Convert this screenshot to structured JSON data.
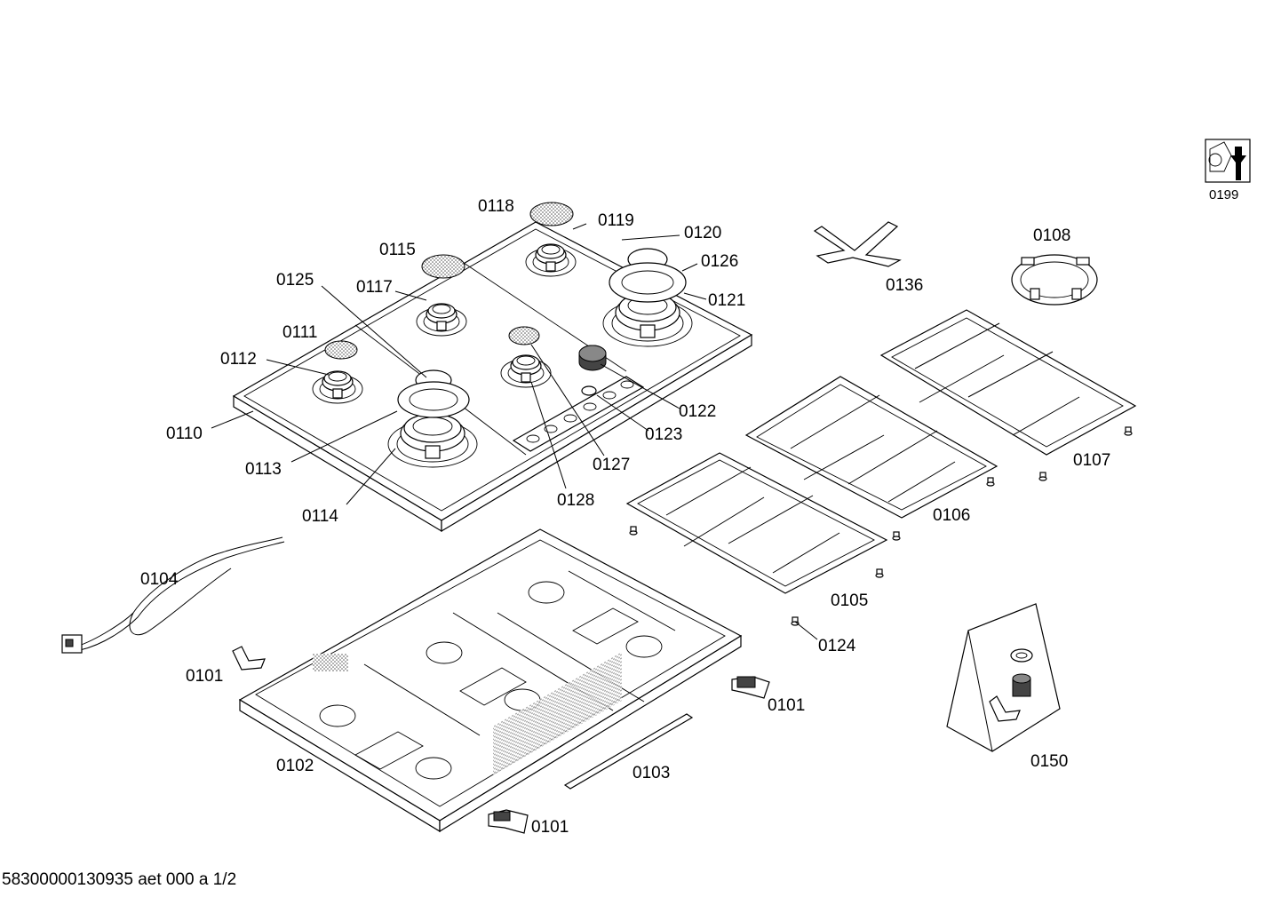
{
  "diagram": {
    "labels": {
      "l0199": "0199",
      "l0118": "0118",
      "l0119": "0119",
      "l0120": "0120",
      "l0126": "0126",
      "l0121": "0121",
      "l0115": "0115",
      "l0125": "0125",
      "l0117": "0117",
      "l0111": "0111",
      "l0112": "0112",
      "l0110": "0110",
      "l0113": "0113",
      "l0114": "0114",
      "l0122": "0122",
      "l0123": "0123",
      "l0127": "0127",
      "l0128": "0128",
      "l0136": "0136",
      "l0108": "0108",
      "l0107": "0107",
      "l0106": "0106",
      "l0105": "0105",
      "l0124": "0124",
      "l0104": "0104",
      "l0101a": "0101",
      "l0101b": "0101",
      "l0101c": "0101",
      "l0102": "0102",
      "l0103": "0103",
      "l0150": "0150"
    },
    "footer": "58300000130935 aet 000 a 1/2"
  }
}
